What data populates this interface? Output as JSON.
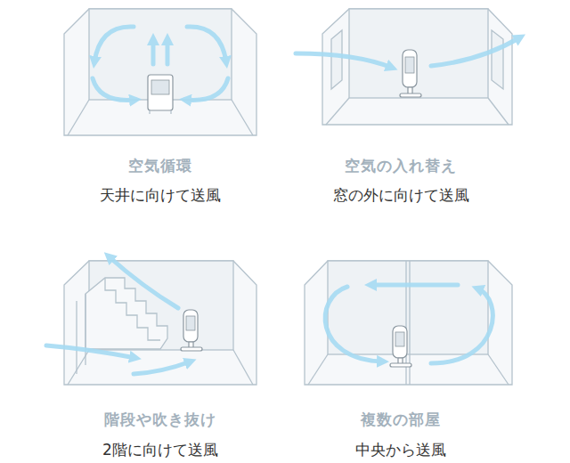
{
  "diagram": {
    "labels": [
      "空気循環",
      "天井に向けて送風",
      "空気の入れ替え",
      "窓の外に向けて送風",
      "階段や吹き抜け",
      "2階に向けて送風",
      "複数の部屋",
      "中央から送風"
    ]
  }
}
